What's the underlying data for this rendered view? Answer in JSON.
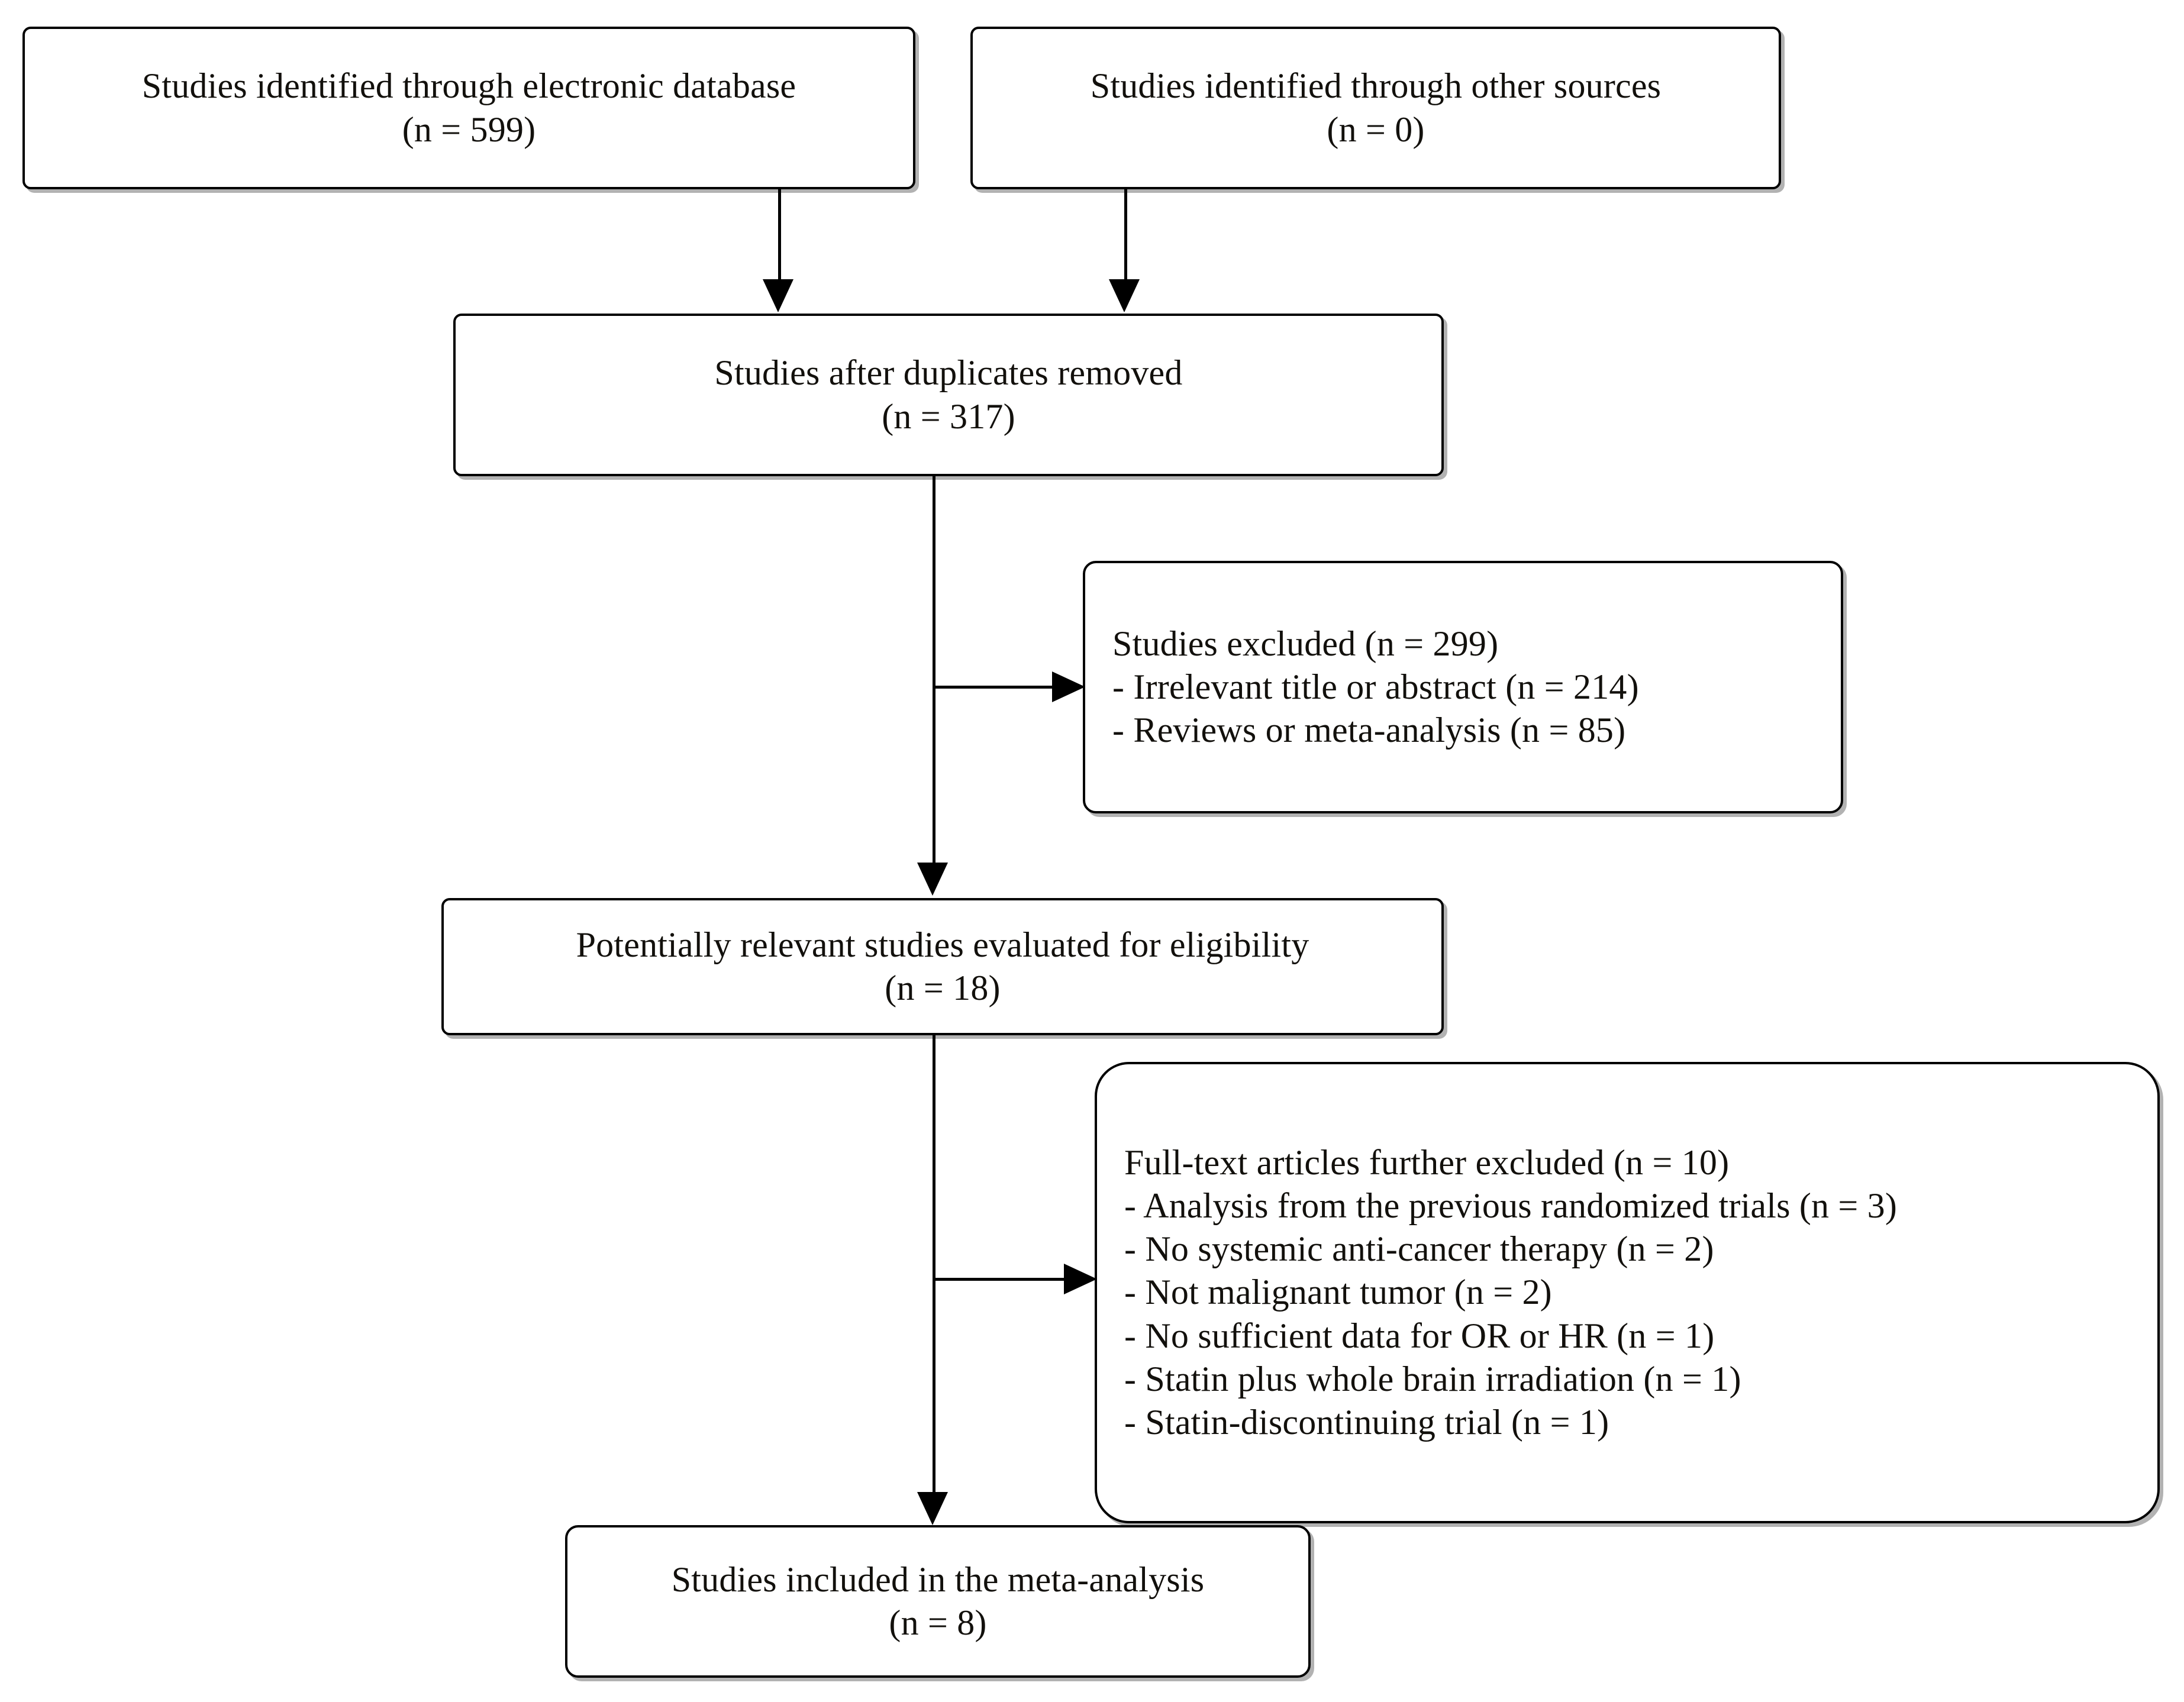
{
  "diagram": {
    "type": "prisma-flow-diagram",
    "title": "PRISMA study selection flow diagram",
    "colors": {
      "box_border": "#000000",
      "box_fill": "#ffffff",
      "text": "#12100c",
      "connector": "#000000",
      "background": "#ffffff"
    },
    "nodes": {
      "database": {
        "lines": [
          "Studies identified through electronic database",
          "(n = 599)"
        ],
        "count": 599
      },
      "other_sources": {
        "lines": [
          "Studies identified through other sources",
          "(n = 0)"
        ],
        "count": 0
      },
      "duplicates_removed": {
        "lines": [
          "Studies after duplicates removed",
          "(n = 317)"
        ],
        "count": 317
      },
      "studies_excluded": {
        "lines": [
          "Studies excluded (n = 299)",
          "- Irrelevant title or abstract (n = 214)",
          "- Reviews or meta-analysis (n = 85)"
        ],
        "count": 299
      },
      "eligibility": {
        "lines": [
          "Potentially relevant studies evaluated for eligibility",
          "(n = 18)"
        ],
        "count": 18
      },
      "fulltext_excluded": {
        "lines": [
          "Full-text articles further excluded (n = 10)",
          "- Analysis from the previous randomized trials (n = 3)",
          "- No systemic anti-cancer therapy (n = 2)",
          "- Not malignant tumor (n = 2)",
          "- No sufficient data for OR or HR (n = 1)",
          "- Statin plus whole brain irradiation (n = 1)",
          "- Statin-discontinuing trial (n = 1)"
        ],
        "count": 10
      },
      "included": {
        "lines": [
          "Studies included in the meta-analysis",
          "(n = 8)"
        ],
        "count": 8
      }
    },
    "edges": [
      {
        "from": "database",
        "to": "duplicates_removed",
        "direction": "down"
      },
      {
        "from": "other_sources",
        "to": "duplicates_removed",
        "direction": "down"
      },
      {
        "from": "duplicates_removed",
        "to": "eligibility",
        "direction": "down"
      },
      {
        "from": "duplicates_removed",
        "to": "studies_excluded",
        "direction": "right"
      },
      {
        "from": "eligibility",
        "to": "included",
        "direction": "down"
      },
      {
        "from": "eligibility",
        "to": "fulltext_excluded",
        "direction": "right"
      }
    ]
  }
}
